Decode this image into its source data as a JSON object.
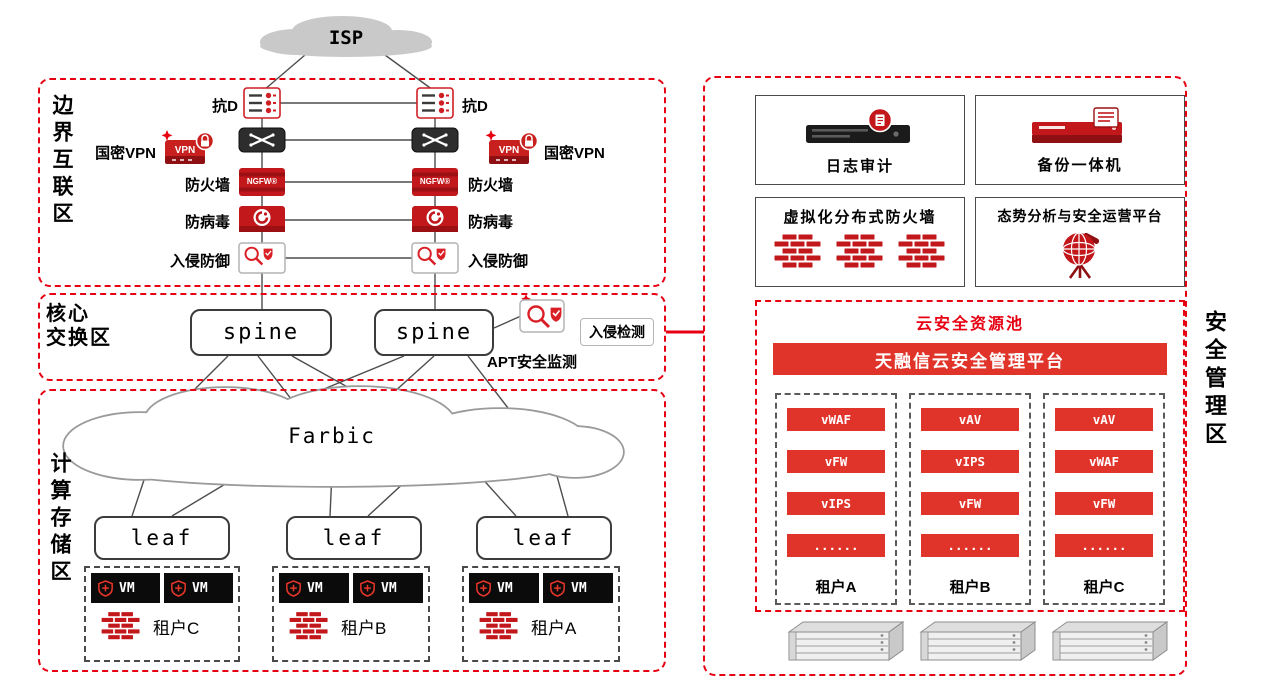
{
  "colors": {
    "red": "#e60012",
    "red_fill": "#e0342b",
    "dark_red": "#9c1013",
    "wire": "#4d4d4d",
    "cloud_gray": "#c9c9c9"
  },
  "isp": {
    "label": "ISP"
  },
  "zones": {
    "border": {
      "label": "边界互联区"
    },
    "core": {
      "label": "核心\n交换区"
    },
    "compute": {
      "label": "计算存储区"
    },
    "security": {
      "label": "安全管理区"
    }
  },
  "edge": {
    "anti_ddos": "抗D",
    "vpn": "国密VPN",
    "firewall": "防火墙",
    "antivirus": "防病毒",
    "ips": "入侵防御"
  },
  "device_text": {
    "vpn": "VPN",
    "ngfw": "NGFW®"
  },
  "core": {
    "spine_left": "spine",
    "spine_right": "spine",
    "ids": "入侵检测",
    "apt": "APT安全监测"
  },
  "compute": {
    "fabric": "Farbic",
    "leaf_1": "leaf",
    "leaf_2": "leaf",
    "leaf_3": "leaf",
    "vm": "VM",
    "tenants": [
      {
        "label": "租户C"
      },
      {
        "label": "租户B"
      },
      {
        "label": "租户A"
      }
    ]
  },
  "security": {
    "log_audit": "日志审计",
    "backup": "备份一体机",
    "dist_firewall": "虚拟化分布式防火墙",
    "soc_platform": "态势分析与安全运营平台",
    "pool_title": "云安全资源池",
    "platform_banner": "天融信云安全管理平台",
    "tenant_columns": [
      {
        "services": [
          "vWAF",
          "vFW",
          "vIPS",
          "......"
        ],
        "label": "租户A"
      },
      {
        "services": [
          "vAV",
          "vIPS",
          "vFW",
          "......"
        ],
        "label": "租户B"
      },
      {
        "services": [
          "vAV",
          "vWAF",
          "vFW",
          "......"
        ],
        "label": "租户C"
      }
    ]
  }
}
